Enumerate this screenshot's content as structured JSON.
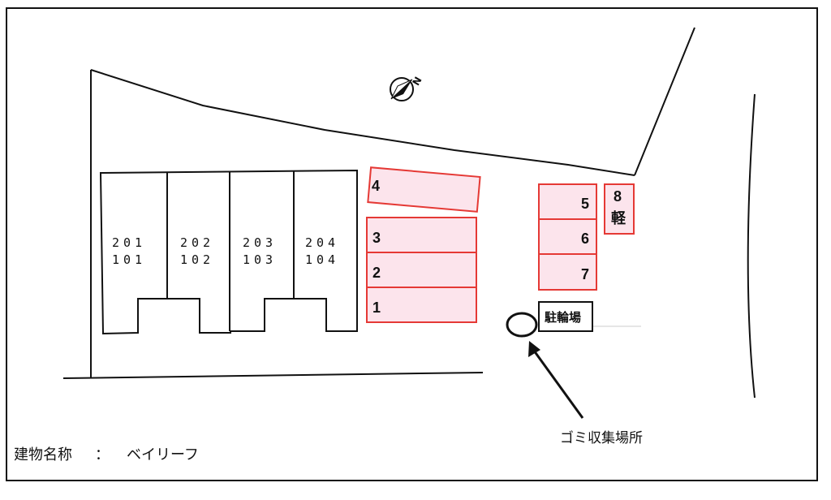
{
  "units": [
    {
      "upper": "201",
      "lower": "101"
    },
    {
      "upper": "202",
      "lower": "102"
    },
    {
      "upper": "203",
      "lower": "103"
    },
    {
      "upper": "204",
      "lower": "104"
    }
  ],
  "parking": {
    "lot_1": "1",
    "lot_2": "2",
    "lot_3": "3",
    "lot_4": "4",
    "lot_5": "5",
    "lot_6": "6",
    "lot_7": "7",
    "lot_8_number": "8",
    "lot_8_type": "軽"
  },
  "bicycle_parking": "駐輪場",
  "garbage_label": "ゴミ収集場所",
  "footer": {
    "label": "建物名称",
    "separator": "：",
    "name": "ベイリーフ"
  },
  "compass_letter": "N",
  "colors": {
    "parking_fill": "#fce4ec",
    "parking_stroke": "#e53935",
    "line": "#111111"
  }
}
